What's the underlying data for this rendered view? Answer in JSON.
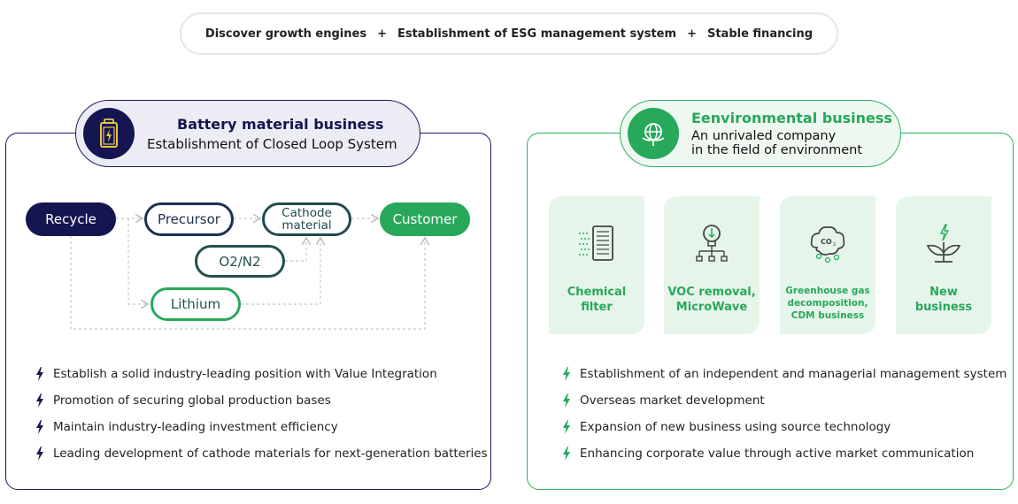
{
  "top": {
    "item1": "Discover growth engines",
    "item2": "Establishment of ESG management system",
    "item3": "Stable financing",
    "plus": "+"
  },
  "battery": {
    "title": "Battery material business",
    "subtitle": "Establishment of Closed Loop System",
    "icon": "battery-icon",
    "accent": "#151552",
    "flow": {
      "recycle": "Recycle",
      "precursor": "Precursor",
      "cathode_line1": "Cathode",
      "cathode_line2": "material",
      "customer": "Customer",
      "o2n2": "O2/N2",
      "lithium": "Lithium"
    },
    "bullets": [
      "Establish a solid industry-leading position with Value Integration",
      "Promotion of securing global production bases",
      "Maintain industry-leading investment efficiency",
      "Leading development of cathode materials for next-generation batteries"
    ]
  },
  "env": {
    "title": "Eenvironmental business",
    "subtitle_line1": "An unrivaled company",
    "subtitle_line2": "in the field of environment",
    "icon": "globe-leaf-icon",
    "accent": "#27a85a",
    "cards": [
      {
        "line1": "Chemical",
        "line2": "filter",
        "line3": "",
        "icon": "filter-icon"
      },
      {
        "line1": "VOC removal,",
        "line2": "MicroWave",
        "line3": "",
        "icon": "bulb-network-icon"
      },
      {
        "line1": "Greenhouse gas",
        "line2": "decomposition,",
        "line3": "CDM business",
        "icon": "co2-cloud-icon"
      },
      {
        "line1": "New",
        "line2": "business",
        "line3": "",
        "icon": "sprout-icon"
      }
    ],
    "bullets": [
      "Establishment of an independent and managerial management system",
      "Overseas market development",
      "Expansion of new business using source technology",
      "Enhancing corporate value through active market communication"
    ]
  }
}
